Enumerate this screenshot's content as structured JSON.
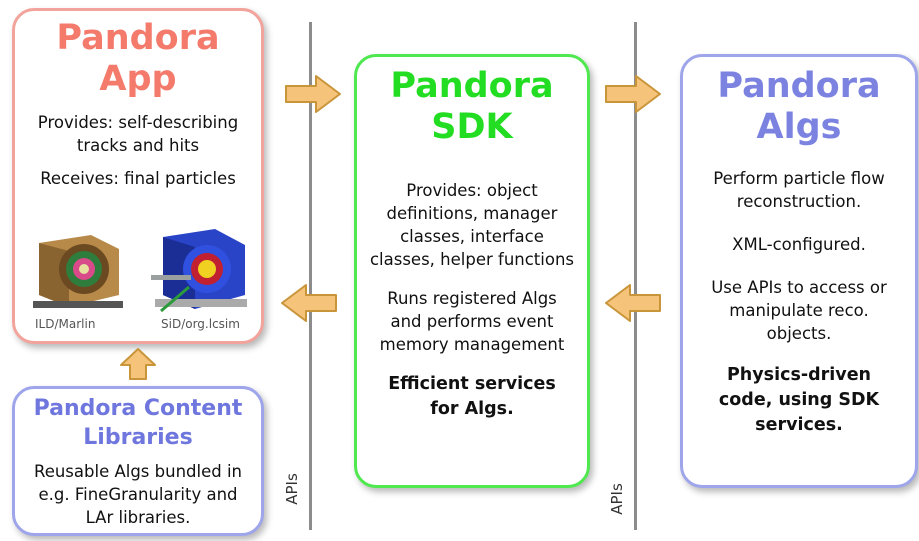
{
  "app": {
    "title_line1": "Pandora",
    "title_line2": "App",
    "provides_line1": "Provides: self-describing",
    "provides_line2": "tracks and hits",
    "receives": "Receives: final particles",
    "detector_left_caption": "ILD/Marlin",
    "detector_right_caption": "SiD/org.lcsim"
  },
  "sdk": {
    "title_line1": "Pandora",
    "title_line2": "SDK",
    "provides_lines": [
      "Provides: object",
      "definitions, manager",
      "classes, interface",
      "classes, helper functions"
    ],
    "runs_lines": [
      "Runs registered Algs",
      "and performs event",
      "memory management"
    ],
    "efficient_lines": [
      "Efficient services",
      "for Algs."
    ]
  },
  "algs": {
    "title_line1": "Pandora",
    "title_line2": "Algs",
    "perform_lines": [
      "Perform particle flow",
      "reconstruction."
    ],
    "xml": "XML-configured.",
    "use_lines": [
      "Use APIs to access or",
      "manipulate reco.",
      "objects."
    ],
    "physics_lines": [
      "Physics-driven",
      "code, using SDK",
      "services."
    ]
  },
  "content": {
    "title_line1": "Pandora Content",
    "title_line2": "Libraries",
    "body_lines": [
      "Reusable Algs bundled in",
      "e.g. FineGranularity and",
      "LAr libraries."
    ]
  },
  "apis": {
    "left_label": "APIs",
    "right_label": "APIs"
  },
  "colors": {
    "app": "#f47a6c",
    "sdk": "#22dd22",
    "algs": "#7b82e0",
    "arrow_fill": "#f6c37a",
    "arrow_stroke": "#c8953a",
    "api_line": "#8c8c8c"
  }
}
